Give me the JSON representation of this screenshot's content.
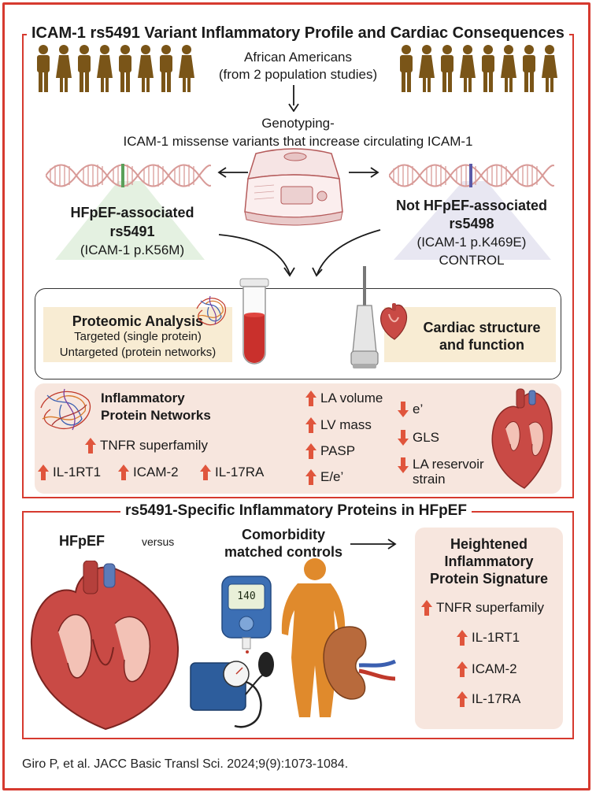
{
  "top": {
    "title": "ICAM-1 rs5491 Variant Inflammatory Profile and Cardiac Consequences",
    "population_line1": "African Americans",
    "population_line2": "(from 2 population studies)",
    "genotyping_line1": "Genotyping-",
    "genotyping_line2": "ICAM-1 missense variants that increase circulating ICAM-1",
    "left_variant": {
      "line1": "HFpEF-associated",
      "line2": "rs5491",
      "line3": "(ICAM-1 p.K56M)"
    },
    "right_variant": {
      "line1": "Not HFpEF-associated",
      "line2": "rs5498",
      "line3": "(ICAM-1 p.K469E)",
      "line4": "CONTROL"
    },
    "proteomic": {
      "title": "Proteomic Analysis",
      "line1": "Targeted (single protein)",
      "line2": "Untargeted (protein networks)"
    },
    "cardiac": {
      "line1": "Cardiac structure",
      "line2": "and function"
    },
    "results": {
      "network_line1": "Inflammatory",
      "network_line2": "Protein Networks",
      "tnfr": "TNFR superfamily",
      "il1": "IL-1RT1",
      "icam2": "ICAM-2",
      "il17": "IL-17RA",
      "la_volume": "LA volume",
      "lv_mass": "LV mass",
      "pasp": "PASP",
      "ee": "E/e’",
      "e_prime": "e’",
      "gls": "GLS",
      "la_strain_1": "LA reservoir",
      "la_strain_2": "strain"
    }
  },
  "bottom": {
    "title": "rs5491-Specific Inflammatory Proteins in HFpEF",
    "hfpef": "HFpEF",
    "versus": "versus",
    "controls_line1": "Comorbidity",
    "controls_line2": "matched controls",
    "signature_line1": "Heightened",
    "signature_line2": "Inflammatory",
    "signature_line3": "Protein Signature",
    "tnfr": "TNFR superfamily",
    "il1": "IL-1RT1",
    "icam2": "ICAM-2",
    "il17": "IL-17RA",
    "glucometer_reading": "140"
  },
  "citation": "Giro P, et al. JACC Basic Transl Sci. 2024;9(9):1073-1084.",
  "colors": {
    "frame": "#d63a2f",
    "arrow_up": "#e0553c",
    "people": "#7a5518",
    "panel_beige": "#f8ecd3",
    "panel_pink": "#f7e6de"
  }
}
